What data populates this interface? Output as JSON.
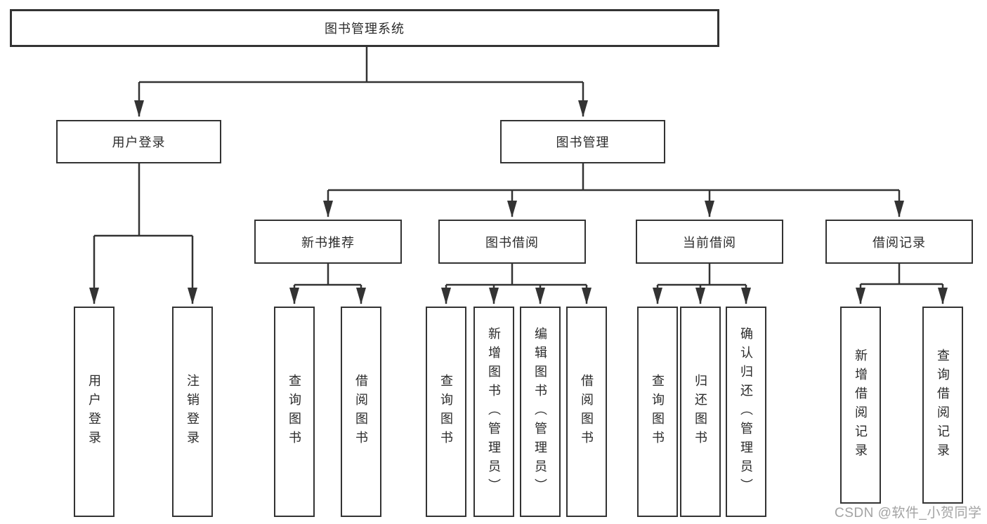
{
  "title": "图书管理系统",
  "level2": {
    "user_login": "用户登录",
    "book_management": "图书管理"
  },
  "level3": {
    "new_book_recommend": "新书推荐",
    "book_borrow": "图书借阅",
    "current_borrow": "当前借阅",
    "borrow_records": "借阅记录"
  },
  "leaves": {
    "login": [
      "用户登录",
      "注销登录"
    ],
    "recommend": [
      "查询图书",
      "借阅图书"
    ],
    "borrow": [
      "查询图书",
      "新增图书（管理员）",
      "编辑图书（管理员）",
      "借阅图书"
    ],
    "current": [
      "查询图书",
      "归还图书",
      "确认归还（管理员）"
    ],
    "records": [
      "新增借阅记录",
      "查询借阅记录"
    ]
  },
  "watermark": "CSDN @软件_小贺同学",
  "colors": {
    "line": "#333333",
    "box_border": "#333333",
    "text": "#2b2b2b",
    "watermark": "#a3a3a3",
    "background": "#ffffff"
  }
}
